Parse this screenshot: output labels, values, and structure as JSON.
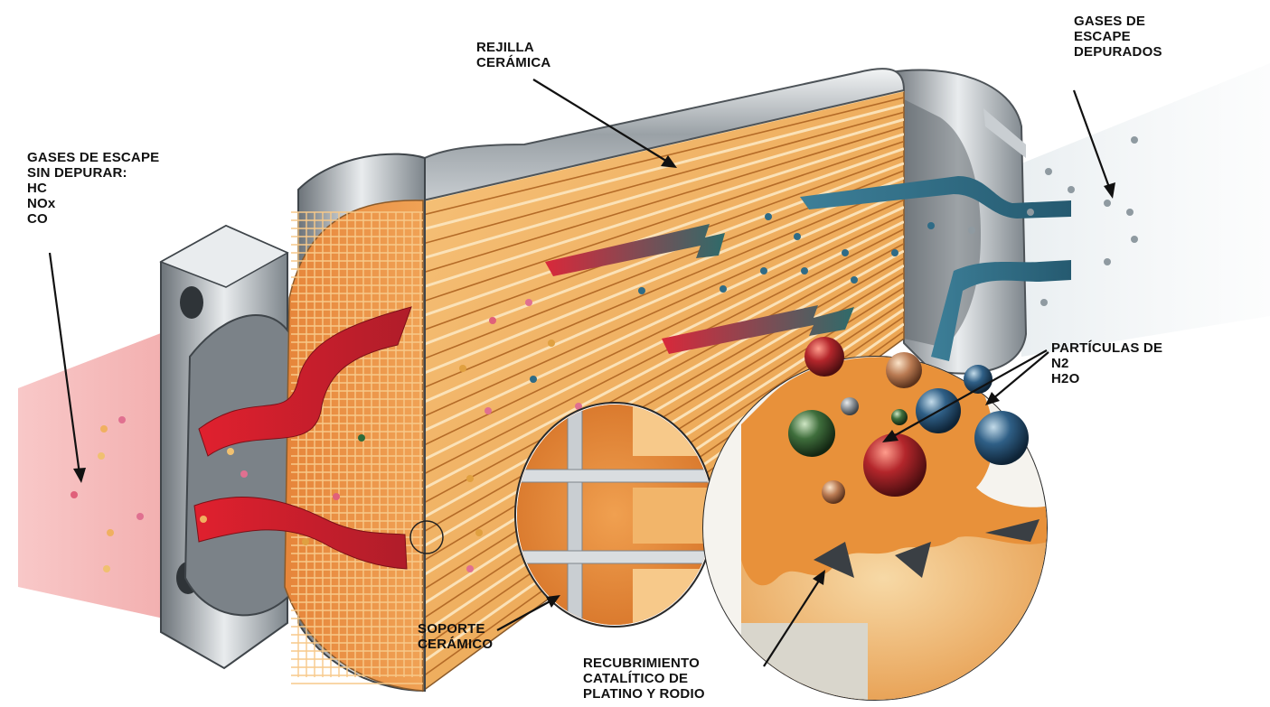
{
  "labels": {
    "rejilla": [
      "REJILLA",
      "CERÁMICA"
    ],
    "gases_in": [
      "GASES DE ESCAPE",
      "SIN DEPURAR:",
      "HC",
      "NOx",
      "CO"
    ],
    "gases_out": [
      "GASES DE",
      "ESCAPE",
      "DEPURADOS"
    ],
    "particulas": [
      "PARTÍCULAS DE",
      "N2",
      "H2O"
    ],
    "soporte": [
      "SOPORTE",
      "CERÁMICO"
    ],
    "recubrimiento": [
      "RECUBRIMIENTO",
      "CATALÍTICO DE",
      "PLATINO Y RODIO"
    ]
  },
  "colors": {
    "ceramic_orange": "#e8913a",
    "inflow_red": "#d9283a",
    "outflow_blue": "#2f6b86",
    "steel_gray": "#9aa1a6"
  }
}
